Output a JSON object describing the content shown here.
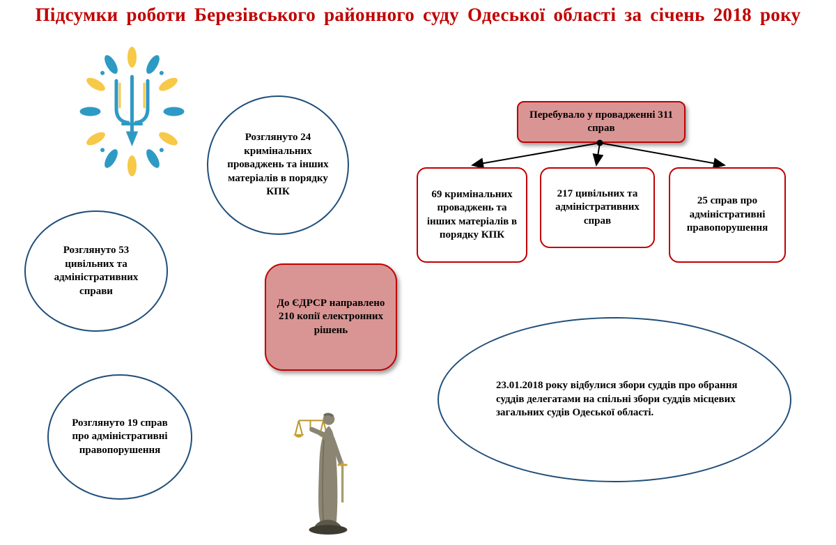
{
  "title": "Підсумки роботи Березівського районного суду Одеської області за січень 2018 року",
  "review_ellipses": [
    {
      "text": "Розглянуто 24 кримінальних проваджень та інших матеріалів в порядку КПК"
    },
    {
      "text": "Розглянуто 53 цивільних та адміністративних справи"
    },
    {
      "text": "Розглянуто 19 справ про адміністративні правопорушення"
    }
  ],
  "edrsr_box": {
    "text": "До ЄДРСР направлено 210 копії електронних рішень"
  },
  "pending_flow": {
    "root": {
      "text": "Перебувало у провадженні 311 справ"
    },
    "children": [
      {
        "text": "69 кримінальних проваджень та інших матеріалів в порядку КПК"
      },
      {
        "text": "217 цивільних та адміністративних справ"
      },
      {
        "text": "25 справ про адміністративні правопорушення"
      }
    ]
  },
  "meeting_note": {
    "text": "23.01.2018 року відбулися збори суддів про обрання суддів делегатами на спільні збори суддів місцевих загальних судів Одеської області."
  },
  "icons": {
    "coat_of_arms": "ukraine-coat-of-arms-icon",
    "statue": "lady-justice-statue-icon",
    "connectors": "flow-arrows"
  },
  "colors": {
    "title_red": "#C00000",
    "box_border_red": "#C00000",
    "box_fill_pink": "#D99594",
    "ellipse_border_blue": "#1F4E79",
    "emblem_teal": "#2E9AC4",
    "emblem_yellow": "#F7C948",
    "statue_bronze": "#8B8573",
    "scales_gold": "#C8A230"
  }
}
